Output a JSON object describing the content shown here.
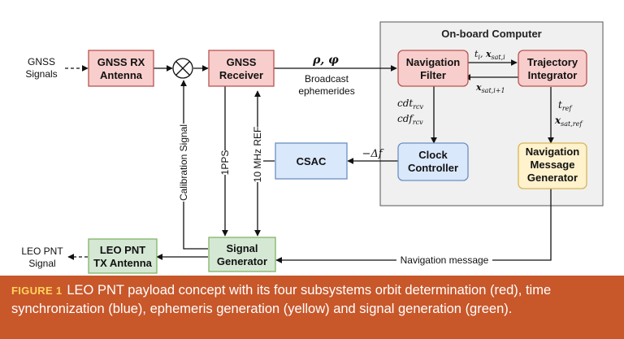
{
  "colors": {
    "red_fill": "#f8cecc",
    "red_stroke": "#b85450",
    "blue_fill": "#dae8fc",
    "blue_stroke": "#6c8ebf",
    "yellow_fill": "#fff2cc",
    "yellow_stroke": "#d6b656",
    "green_fill": "#d5e8d4",
    "green_stroke": "#82b366",
    "group_fill": "#f0f0f0",
    "caption_bg": "#c8572a",
    "caption_label": "#ffd35a"
  },
  "group": {
    "title": "On-board Computer"
  },
  "blocks": {
    "gnss_rx_antenna": {
      "line1": "GNSS RX",
      "line2": "Antenna"
    },
    "gnss_receiver": {
      "line1": "GNSS",
      "line2": "Receiver"
    },
    "navigation_filter": {
      "line1": "Navigation",
      "line2": "Filter"
    },
    "trajectory_integrator": {
      "line1": "Trajectory",
      "line2": "Integrator"
    },
    "clock_controller": {
      "line1": "Clock",
      "line2": "Controller"
    },
    "nav_message_generator": {
      "line1": "Navigation",
      "line2": "Message",
      "line3": "Generator"
    },
    "csac": {
      "label": "CSAC"
    },
    "signal_generator": {
      "line1": "Signal",
      "line2": "Generator"
    },
    "leo_pnt_tx_antenna": {
      "line1": "LEO PNT",
      "line2": "TX Antenna"
    }
  },
  "labels": {
    "gnss_signals_1": "GNSS",
    "gnss_signals_2": "Signals",
    "leo_pnt_signal_1": "LEO PNT",
    "leo_pnt_signal_2": "Signal",
    "rho_phi": "ρ, φ",
    "broadcast_1": "Broadcast",
    "broadcast_2": "ephemerides",
    "cdt": "cdt",
    "cdt_sub": "rcv",
    "cdf": "cdf",
    "cdf_sub": "rcv",
    "ti": "t",
    "ti_sub": "i",
    "x_sat": "x",
    "x_sat_sub": "sat,i",
    "x_sat_next": "x",
    "x_sat_next_sub": "sat,i+1",
    "t_ref": "t",
    "t_ref_sub": "ref",
    "x_sat_ref": "x",
    "x_sat_ref_sub": "sat,ref",
    "delta_f": "−Δf",
    "calibration_signal": "Calibration Signal",
    "pps": "1PPS",
    "mhz_ref": "10 MHz REF",
    "navigation_message": "Navigation message"
  },
  "caption": {
    "label": "FIGURE 1",
    "text": "LEO PNT payload concept with its four subsystems orbit determination (red), time synchronization (blue), ephemeris generation (yellow) and signal generation (green)."
  }
}
